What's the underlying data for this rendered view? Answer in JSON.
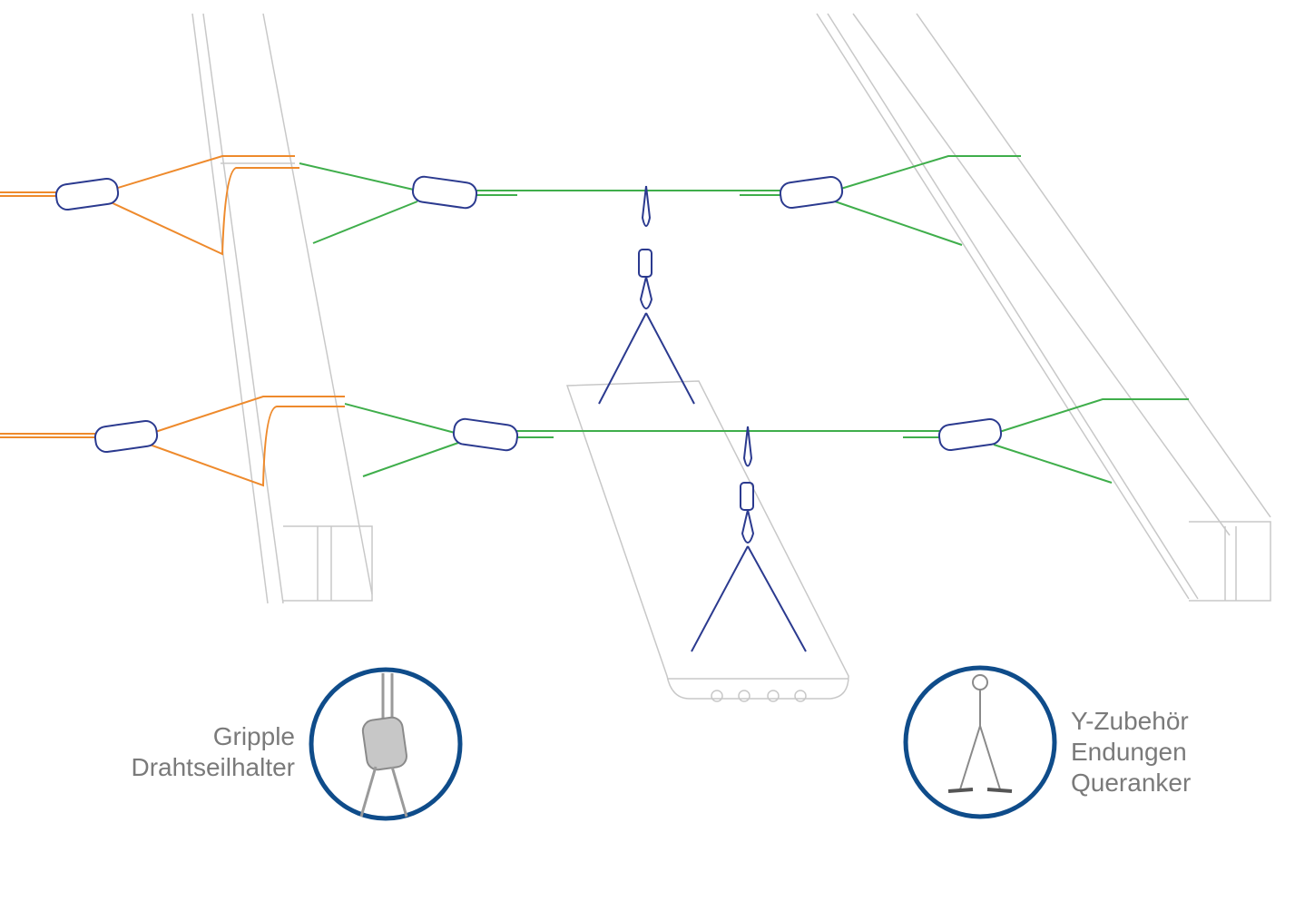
{
  "colors": {
    "beam": "#c8c8c8",
    "orange_wire": "#ee8a2c",
    "green_wire": "#3fae4b",
    "blue_hardware": "#2b3a8f",
    "circle_ring": "#0f4c8a",
    "label_text": "#7a7a7a"
  },
  "callouts": {
    "left": {
      "icon": "gripple-wire-rope-hanger-icon",
      "lines": [
        "Gripple",
        "Drahtseilhalter"
      ]
    },
    "right": {
      "icon": "y-accessory-cross-anchor-icon",
      "lines": [
        "Y-Zubehör",
        "Endungen",
        "Queranker"
      ]
    }
  }
}
